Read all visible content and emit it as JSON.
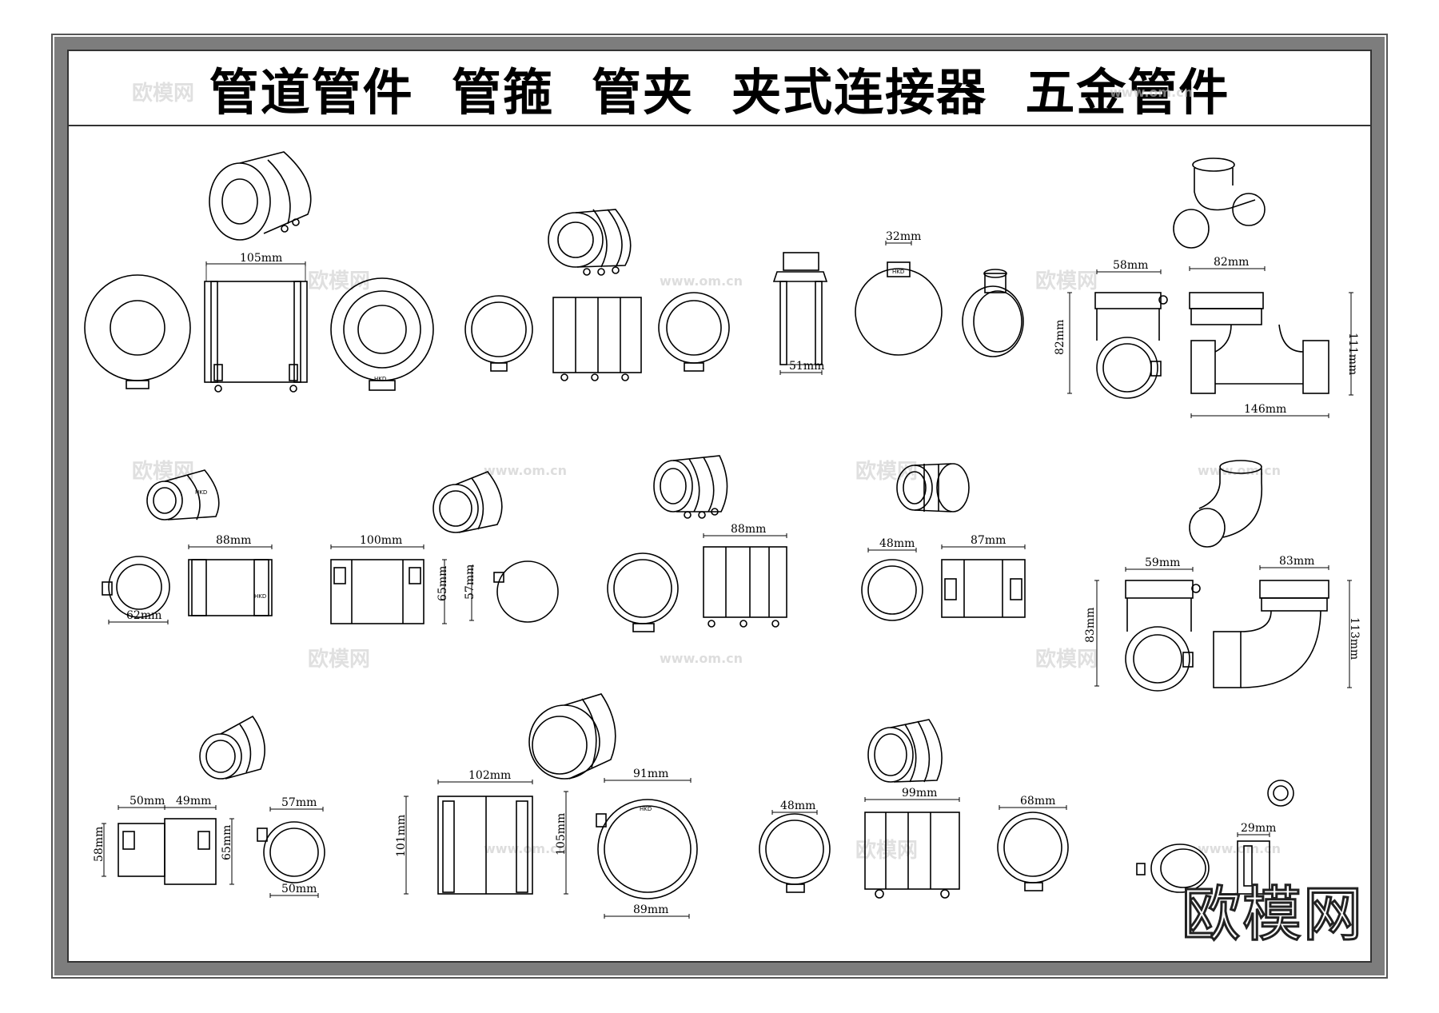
{
  "title": "管道管件  管箍  管夹  夹式连接器  五金管件",
  "brand_mark": "HKD",
  "watermark": {
    "logo_text": "欧模网",
    "url_text": "www.om.cn"
  },
  "dimensions": {
    "row1": {
      "coupling_length": "105mm",
      "frame_width": "51mm",
      "ring_top": "32mm",
      "tee_side_width": "58mm",
      "tee_side_height": "82mm",
      "tee_top": "82mm",
      "tee_length": "146mm",
      "tee_height": "111mm"
    },
    "row2": {
      "coupling_a_length": "88mm",
      "coupling_a_dia": "62mm",
      "coupling_b_length": "100mm",
      "coupling_b_height": "65mm",
      "coupling_b_dia": "57mm",
      "coupling_c_length": "88mm",
      "coupling_d_dia": "48mm",
      "coupling_d_length": "87mm",
      "elbow_side_width": "59mm",
      "elbow_side_height": "83mm",
      "elbow_top": "83mm",
      "elbow_height": "113mm"
    },
    "row3": {
      "reducer_left": "50mm",
      "reducer_right": "49mm",
      "reducer_small_h": "58mm",
      "reducer_large_h": "65mm",
      "reducer_ring_top": "57mm",
      "reducer_ring_bottom": "50mm",
      "big_length": "102mm",
      "big_height_left": "101mm",
      "big_height_right": "105mm",
      "big_ring_top": "91mm",
      "big_ring_bottom": "89mm",
      "flex_ring_left": "48mm",
      "flex_length": "99mm",
      "flex_ring_right": "68mm",
      "cap_width": "29mm"
    }
  }
}
